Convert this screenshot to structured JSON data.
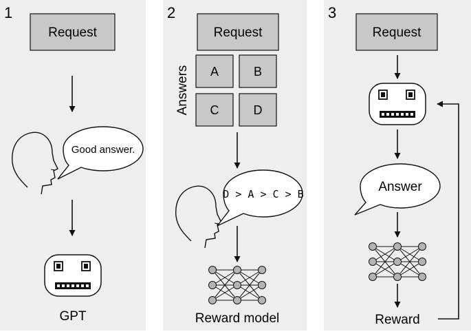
{
  "colors": {
    "panel": "#eeeeee",
    "box_fill": "#c8c8c8",
    "node_fill": "#b4b4b4",
    "stroke": "#111111",
    "page": "#ffffff"
  },
  "icons": [
    "human-head-icon",
    "robot-icon",
    "neural-network-icon",
    "speech-bubble-icon",
    "arrow-icon"
  ],
  "panels": [
    {
      "number": "1",
      "request": "Request",
      "bubble_text": "Good answer.",
      "model_label": "GPT"
    },
    {
      "number": "2",
      "request": "Request",
      "answers_label": "Answers",
      "answers": [
        "A",
        "B",
        "C",
        "D"
      ],
      "bubble_text": "D > A > C > B",
      "model_label": "Reward model"
    },
    {
      "number": "3",
      "request": "Request",
      "bubble_text": "Answer",
      "model_label": "Reward"
    }
  ]
}
